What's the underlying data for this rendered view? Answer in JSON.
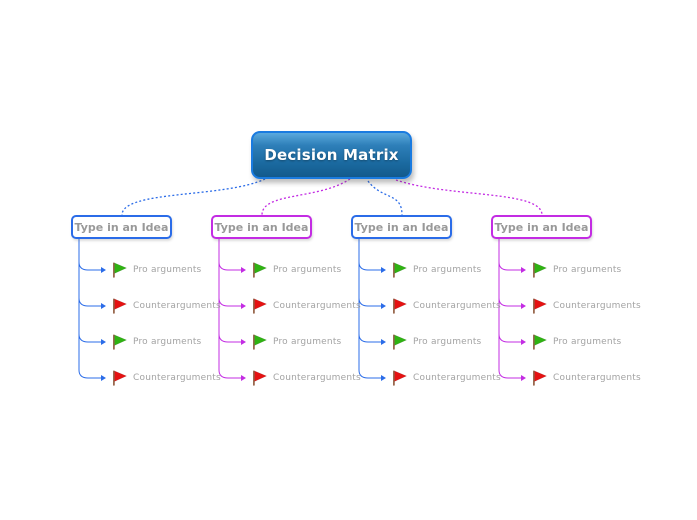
{
  "root": {
    "label": "Decision Matrix"
  },
  "branches": [
    {
      "label": "Type in an Idea",
      "accent": "#2b6ce8",
      "children": [
        {
          "label": "Pro arguments",
          "icon": "green-flag"
        },
        {
          "label": "Counterarguments",
          "icon": "red-flag"
        },
        {
          "label": "Pro arguments",
          "icon": "green-flag"
        },
        {
          "label": "Counterarguments",
          "icon": "red-flag"
        }
      ]
    },
    {
      "label": "Type in an Idea",
      "accent": "#c32ce3",
      "children": [
        {
          "label": "Pro arguments",
          "icon": "green-flag"
        },
        {
          "label": "Counterarguments",
          "icon": "red-flag"
        },
        {
          "label": "Pro arguments",
          "icon": "green-flag"
        },
        {
          "label": "Counterarguments",
          "icon": "red-flag"
        }
      ]
    },
    {
      "label": "Type in an Idea",
      "accent": "#2b6ce8",
      "children": [
        {
          "label": "Pro arguments",
          "icon": "green-flag"
        },
        {
          "label": "Counterarguments",
          "icon": "red-flag"
        },
        {
          "label": "Pro arguments",
          "icon": "green-flag"
        },
        {
          "label": "Counterarguments",
          "icon": "red-flag"
        }
      ]
    },
    {
      "label": "Type in an Idea",
      "accent": "#c32ce3",
      "children": [
        {
          "label": "Pro arguments",
          "icon": "green-flag"
        },
        {
          "label": "Counterarguments",
          "icon": "red-flag"
        },
        {
          "label": "Pro arguments",
          "icon": "green-flag"
        },
        {
          "label": "Counterarguments",
          "icon": "red-flag"
        }
      ]
    }
  ],
  "colors": {
    "branch_blue": "#2b6ce8",
    "branch_magenta": "#c32ce3",
    "flag_green": "#2fb312",
    "flag_red": "#e51212",
    "flag_pole": "#9a6a50",
    "root_border": "#1a7be0",
    "root_fill_top": "#5aa9dd",
    "root_fill_bottom": "#135a8c",
    "muted_text": "#9a9a9a",
    "background": "#ffffff"
  }
}
